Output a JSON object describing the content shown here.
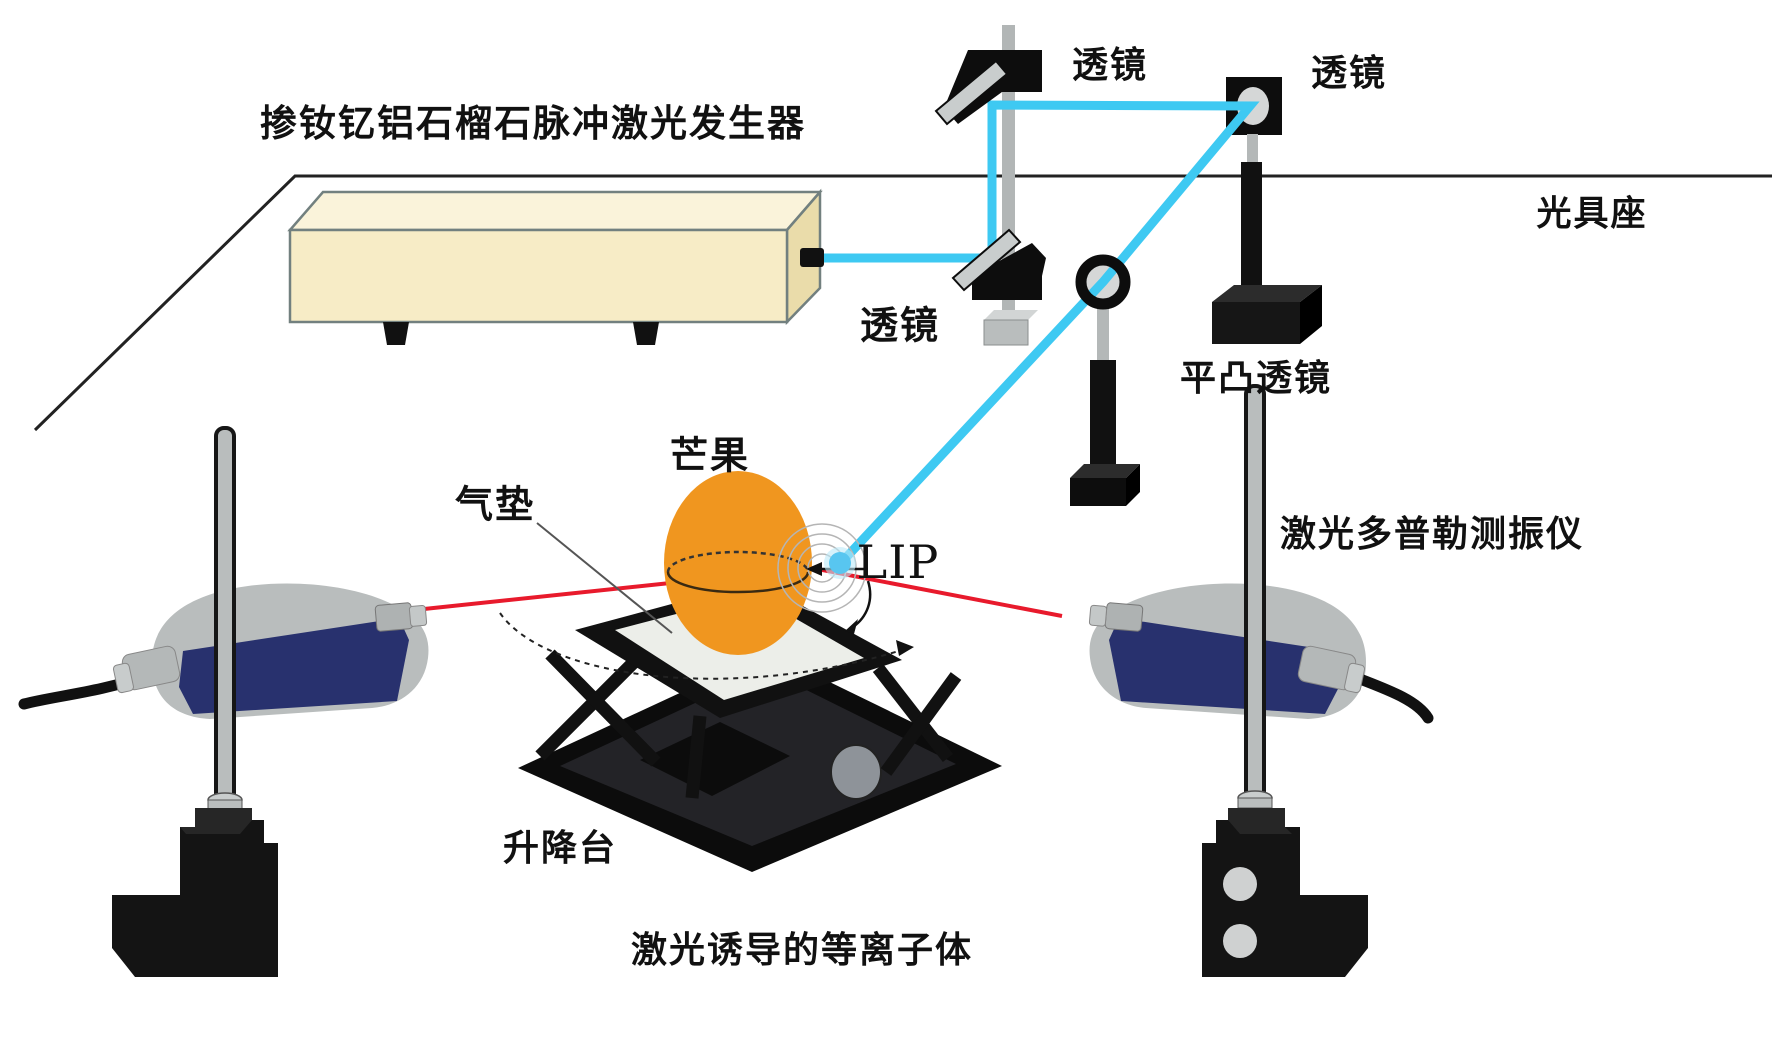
{
  "diagram": {
    "labels": {
      "laser_generator": "掺钕钇铝石榴石脉冲激光发生器",
      "lens_top": "透镜",
      "lens_top_right": "透镜",
      "optical_bench": "光具座",
      "lens_mid": "透镜",
      "plano_convex_lens": "平凸透镜",
      "mango": "芒果",
      "air_cushion": "气垫",
      "lip": "LIP",
      "laser_doppler_vibrometer": "激光多普勒测振仪",
      "lifting_platform": "升降台",
      "laser_induced_plasma": "激光诱导的等离子体"
    },
    "colors": {
      "laser_beam": "#3ec9f2",
      "vibrometer_beam": "#e81a2c",
      "laser_box": "#f7ecc6",
      "laser_box_top": "#faf3da",
      "laser_box_side": "#eadcaa",
      "mango": "#f0961f",
      "vibrometer_body": "#b9bdbd",
      "vibrometer_panel": "#28316e",
      "plasma_dot": "#58c6f0"
    }
  }
}
